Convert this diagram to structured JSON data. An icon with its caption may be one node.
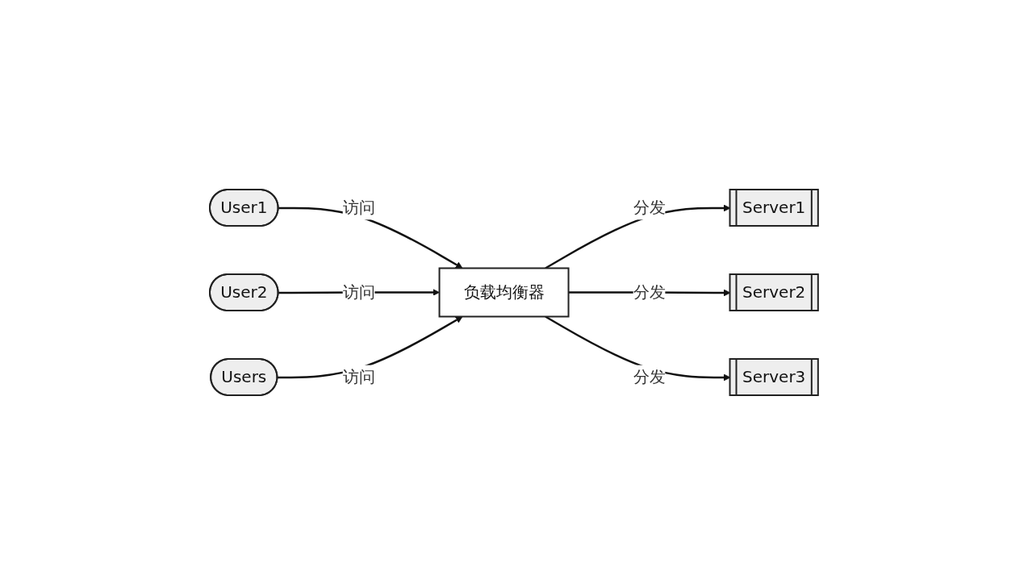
{
  "diagram": {
    "nodes": [
      {
        "text": [
          "User1"
        ]
      },
      {
        "text": [
          "User2"
        ]
      },
      {
        "text": [
          "Users"
        ]
      },
      {
        "text": [
          "负载均衡器"
        ]
      },
      {
        "text": [
          "Server1"
        ]
      },
      {
        "text": [
          "Server2"
        ]
      },
      {
        "text": [
          "Server3"
        ]
      }
    ],
    "edges": [
      {
        "from": 0,
        "to": 3,
        "arrow": "to",
        "label": "访问"
      },
      {
        "from": 1,
        "to": 3,
        "arrow": "to",
        "label": "访问"
      },
      {
        "from": 2,
        "to": 3,
        "arrow": "to",
        "label": "访问"
      },
      {
        "from": 3,
        "to": 4,
        "arrow": "to",
        "label": "分发"
      },
      {
        "from": 3,
        "to": 5,
        "arrow": "to",
        "label": "分发"
      },
      {
        "from": 3,
        "to": 6,
        "arrow": "to",
        "label": "分发"
      }
    ]
  }
}
